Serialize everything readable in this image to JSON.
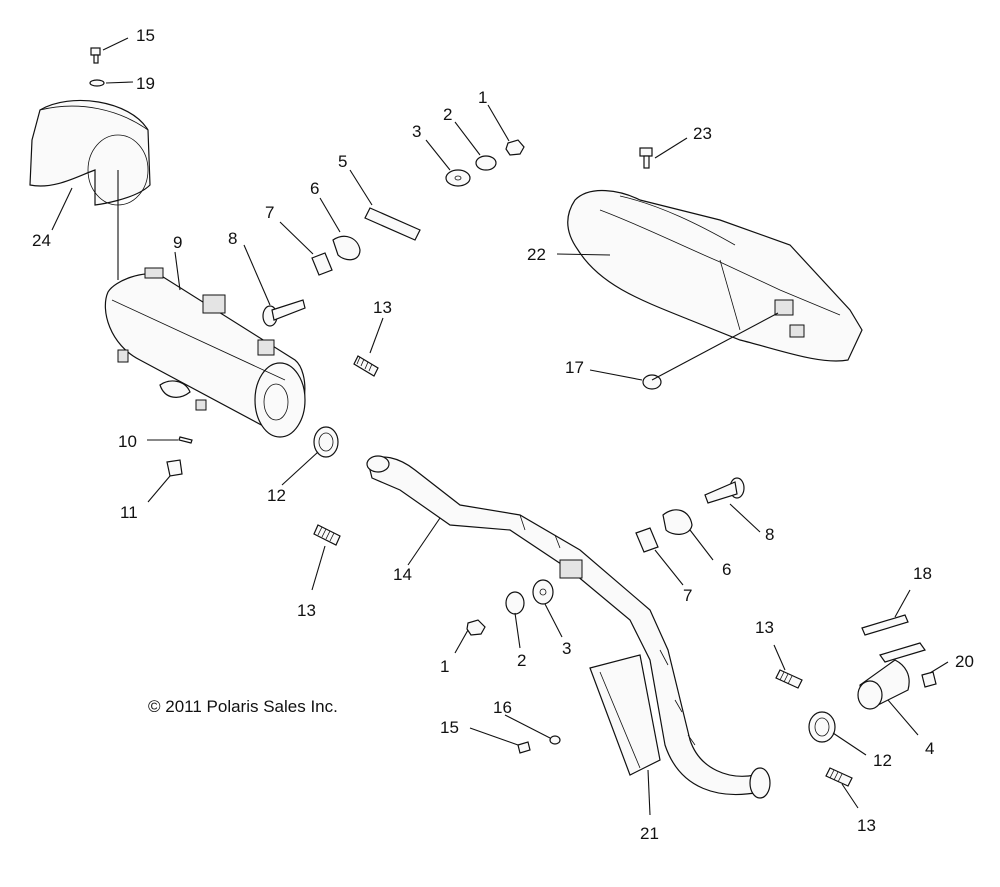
{
  "copyright": "© 2011 Polaris Sales Inc.",
  "callouts": {
    "c1a": "1",
    "c1b": "1",
    "c2a": "2",
    "c2b": "2",
    "c3a": "3",
    "c3b": "3",
    "c4": "4",
    "c5": "5",
    "c6a": "6",
    "c6b": "6",
    "c7a": "7",
    "c7b": "7",
    "c8a": "8",
    "c8b": "8",
    "c9": "9",
    "c10": "10",
    "c11": "11",
    "c12a": "12",
    "c12b": "12",
    "c13a": "13",
    "c13b": "13",
    "c13c": "13",
    "c13d": "13",
    "c14": "14",
    "c15a": "15",
    "c15b": "15",
    "c16": "16",
    "c17": "17",
    "c18": "18",
    "c19": "19",
    "c20": "20",
    "c21": "21",
    "c22": "22",
    "c23": "23",
    "c24": "24"
  }
}
